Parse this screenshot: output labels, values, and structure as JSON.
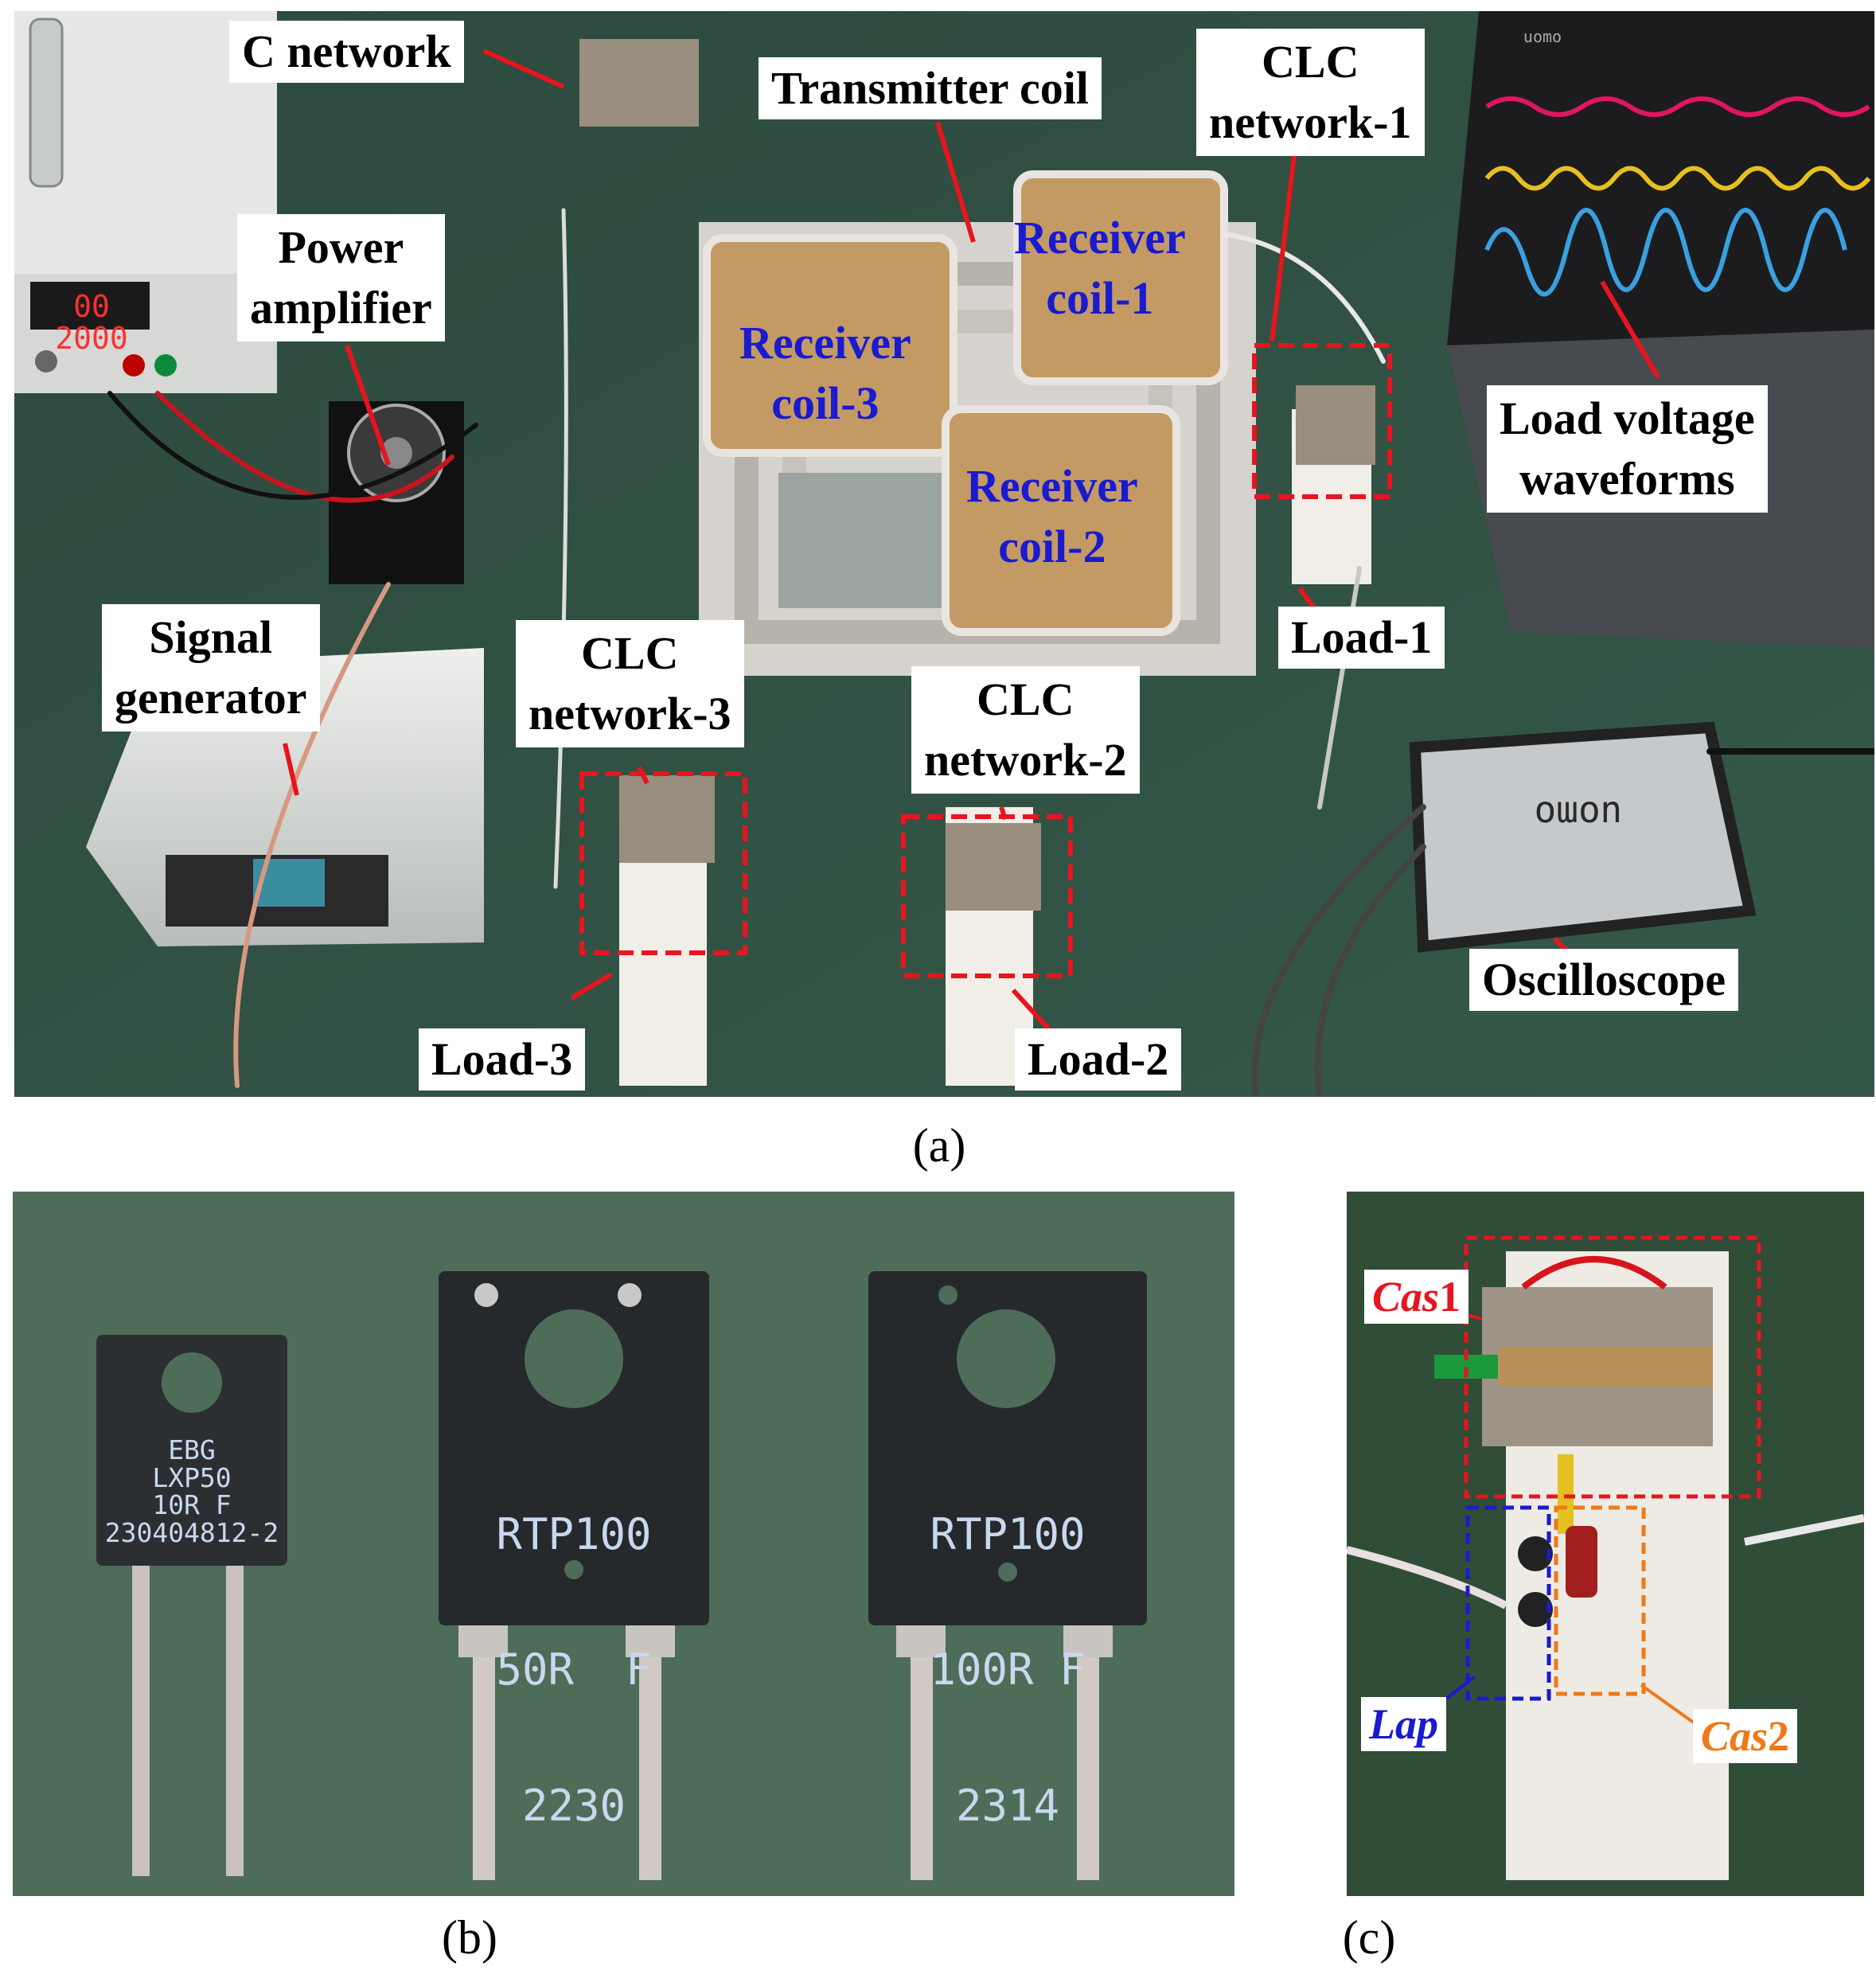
{
  "panel_a": {
    "caption": "(a)",
    "labels": {
      "c_network": "C network",
      "transmitter_coil": "Transmitter coil",
      "clc1_l1": "CLC",
      "clc1_l2": "network-1",
      "power_l1": "Power",
      "power_l2": "amplifier",
      "rx1_l1": "Receiver",
      "rx1_l2": "coil-1",
      "rx3_l1": "Receiver",
      "rx3_l2": "coil-3",
      "rx2_l1": "Receiver",
      "rx2_l2": "coil-2",
      "load_wave_l1": "Load voltage",
      "load_wave_l2": "waveforms",
      "signal_l1": "Signal",
      "signal_l2": "generator",
      "clc3_l1": "CLC",
      "clc3_l2": "network-3",
      "clc2_l1": "CLC",
      "clc2_l2": "network-2",
      "load1": "Load-1",
      "load2": "Load-2",
      "load3": "Load-3",
      "oscilloscope": "Oscilloscope"
    },
    "psu_display": "00 2000",
    "scope_brand": "uomo",
    "laptop_brand": "uomo",
    "label_color": "#ffffff",
    "coil_text_color": "#1a1ad0",
    "pointer_color": "#e8141e"
  },
  "panel_b": {
    "caption": "(b)",
    "resistors": [
      {
        "lines": [
          "EBG",
          "LXP50",
          "10R F",
          "230404812-2"
        ]
      },
      {
        "lines": [
          "RTP100",
          "50R  F",
          "2230"
        ]
      },
      {
        "lines": [
          "RTP100",
          "100R F",
          "2314"
        ]
      }
    ]
  },
  "panel_c": {
    "caption": "(c)",
    "cas1_prefix": "Cas",
    "cas1_suffix": "1",
    "cas2_prefix": "Cas",
    "cas2_suffix": "2",
    "lap": "Lap",
    "colors": {
      "cas1": "#e8141e",
      "lap": "#1a1ad0",
      "cas2": "#f07818"
    }
  }
}
